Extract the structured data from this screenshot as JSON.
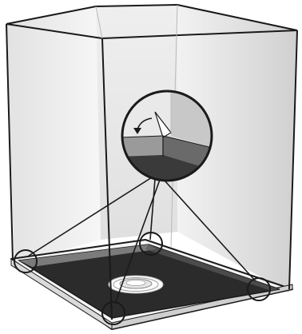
{
  "figure": {
    "subject": "shower-stall-enclosure",
    "callouts": [
      "back-left-corner",
      "back-right-corner",
      "front-left-corner",
      "front-right-corner"
    ],
    "detail_view": "corner-seam-detail",
    "colors": {
      "outline": "#1a1a1a",
      "wall_light": "#ececec",
      "wall_mid": "#d9d9d9",
      "wall_dark": "#c4c4c4",
      "floor": "#2b2b2b",
      "detail_dark": "#3a3a3a"
    }
  }
}
